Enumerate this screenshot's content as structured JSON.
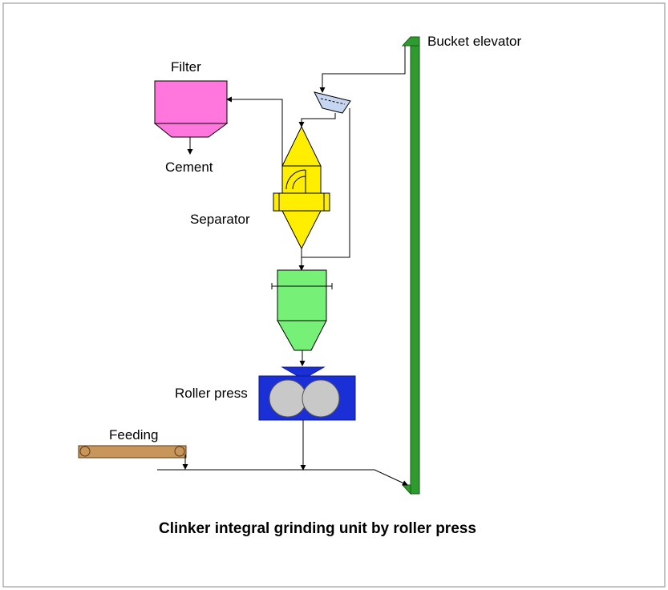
{
  "labels": {
    "bucket_elevator": "Bucket elevator",
    "filter": "Filter",
    "cement": "Cement",
    "separator": "Separator",
    "roller_press": "Roller press",
    "feeding": "Feeding"
  },
  "title": "Clinker integral grinding unit by roller press",
  "colors": {
    "elevator": "#2E9B2E",
    "filter": "#FF77DD",
    "distributor": "#C6D6F0",
    "separator": "#FFEE00",
    "bin": "#77F077",
    "roller_press_body": "#1B2FD6",
    "roller_press_hopper": "#1B2FD6",
    "roller": "#C8C8C8",
    "conveyor": "#C8955A"
  }
}
